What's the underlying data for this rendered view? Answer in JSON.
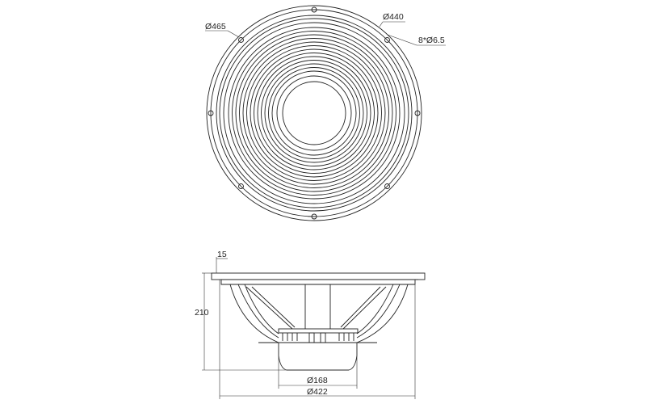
{
  "front_view": {
    "outer_diameter": "Ø465",
    "bolt_circle": "Ø440",
    "mounting_holes": "8*Ø6.5"
  },
  "side_view": {
    "flange_thickness": "15",
    "depth": "210",
    "magnet_diameter": "Ø168",
    "basket_diameter": "Ø422"
  }
}
